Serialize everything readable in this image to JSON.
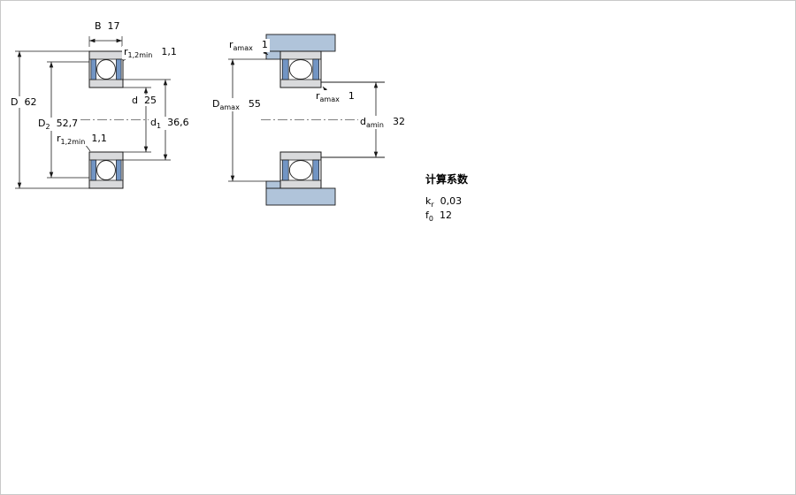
{
  "diagram": {
    "left_view": {
      "dim_B": {
        "label": "B",
        "value": "17"
      },
      "dim_r_top": {
        "label": "r",
        "sub": "1,2min",
        "value": "1,1"
      },
      "dim_D": {
        "label": "D",
        "value": "62"
      },
      "dim_D2": {
        "label": "D",
        "sub": "2",
        "value": "52,7"
      },
      "dim_d": {
        "label": "d",
        "value": "25"
      },
      "dim_d1": {
        "label": "d",
        "sub": "1",
        "value": "36,6"
      },
      "dim_r_bottom": {
        "label": "r",
        "sub": "1,2min",
        "value": "1,1"
      }
    },
    "right_view": {
      "dim_ra_top": {
        "label": "r",
        "sub": "amax",
        "value": "1"
      },
      "dim_Da_max": {
        "label": "D",
        "sub": "amax",
        "value": "55"
      },
      "dim_ra_mid": {
        "label": "r",
        "sub": "amax",
        "value": "1"
      },
      "dim_da_min": {
        "label": "d",
        "sub": "amin",
        "value": "32"
      }
    },
    "calculation_factors": {
      "title": "计算系数",
      "k_r": {
        "label": "k",
        "sub": "r",
        "value": "0,03"
      },
      "f_0": {
        "label": "f",
        "sub": "0",
        "value": "12"
      }
    },
    "colors": {
      "seal_blue": "#7295c4",
      "housing_blue": "#b0c4da",
      "ring_gray": "#d9dadc",
      "line_color": "#1a1a1a"
    }
  }
}
